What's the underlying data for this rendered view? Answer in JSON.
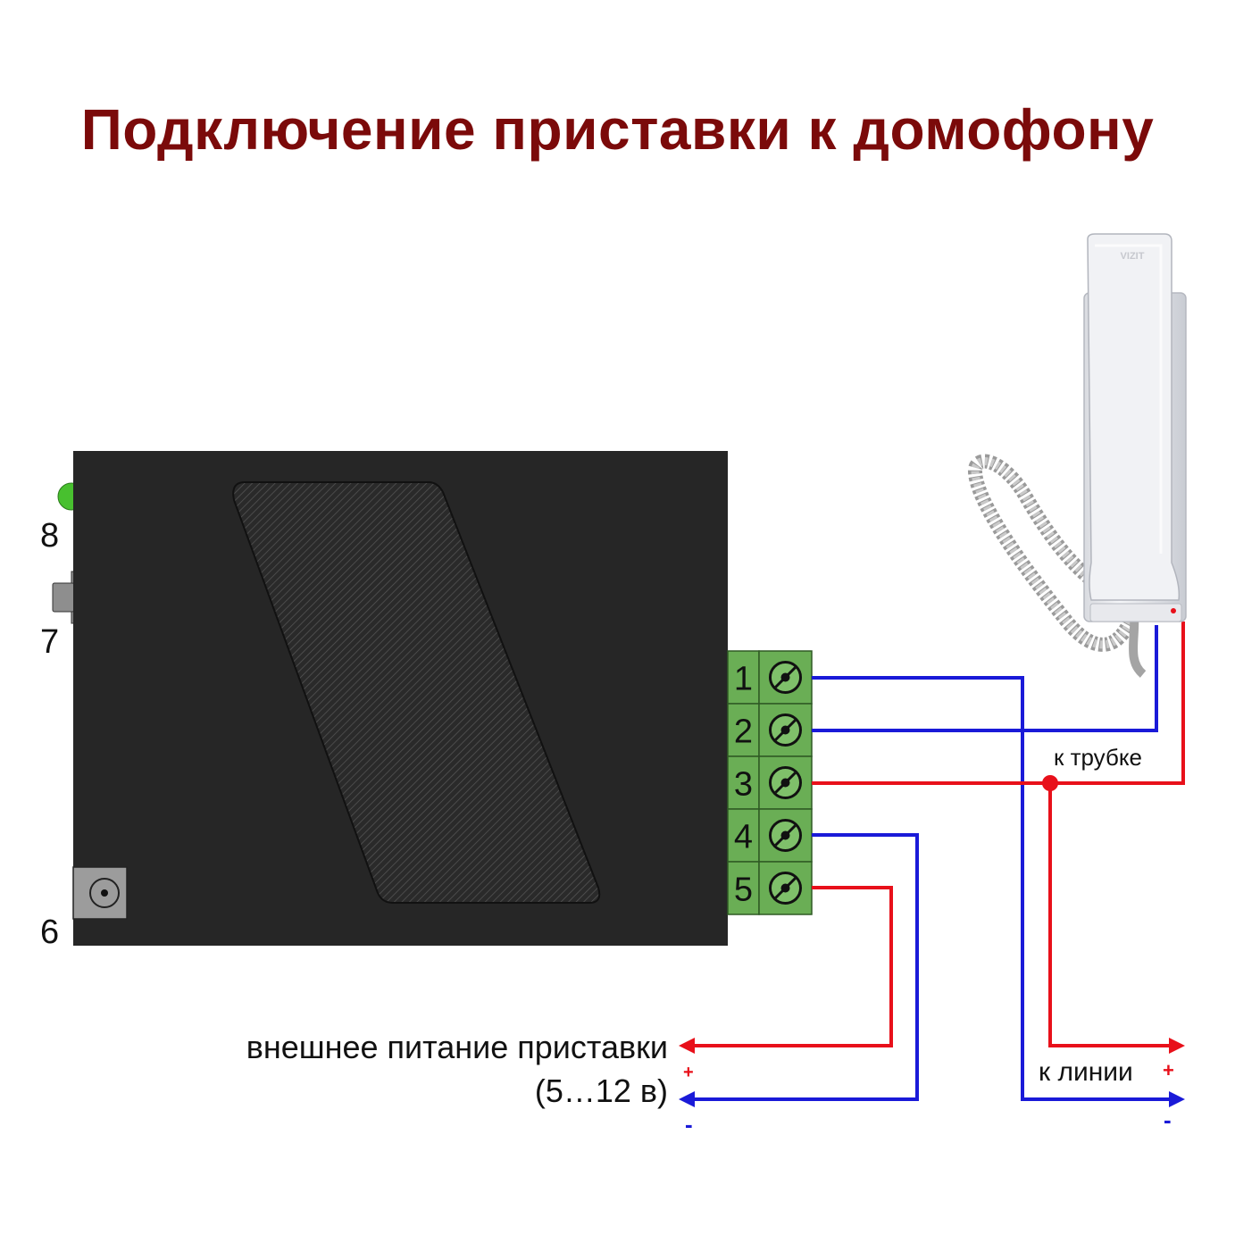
{
  "title": "Подключение приставки к домофону",
  "side_labels": {
    "led": "8",
    "button": "7",
    "jack": "6"
  },
  "terminals": [
    "1",
    "2",
    "3",
    "4",
    "5"
  ],
  "handset": {
    "brand": "VIZIT"
  },
  "labels": {
    "to_handset": "к трубке",
    "to_line": "к линии",
    "ext_power": "внешнее питание приставки",
    "voltage": "(5…12 в)",
    "plus": "+",
    "minus": "-"
  },
  "colors": {
    "title": "#7b0a0a",
    "wire_red": "#e8101a",
    "wire_blue": "#1a1ad8",
    "body": "#262626",
    "terminal_green": "#6aae55"
  }
}
